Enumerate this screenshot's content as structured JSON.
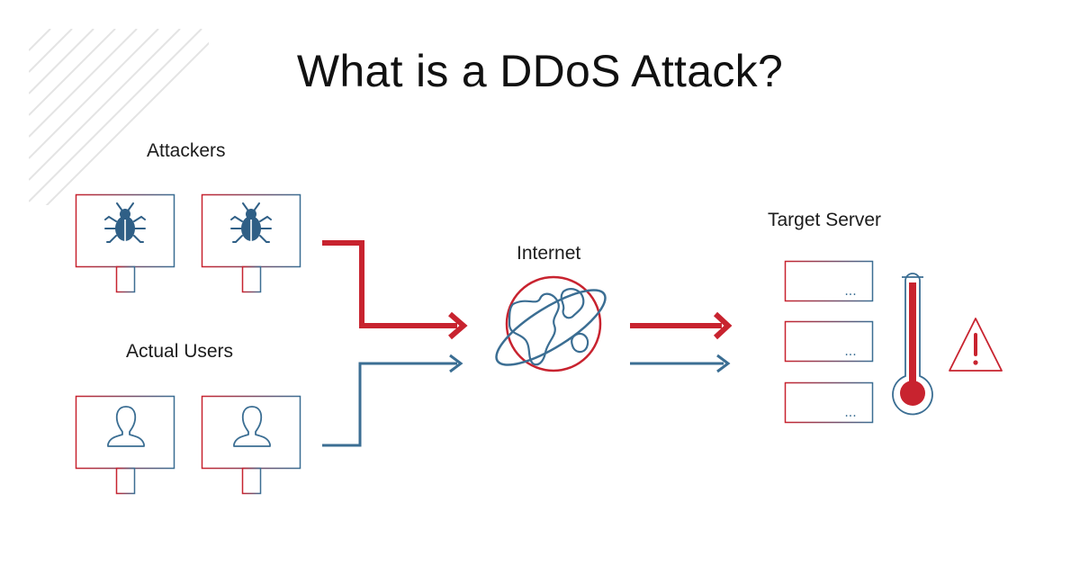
{
  "title": "What is a DDoS Attack?",
  "labels": {
    "attackers": "Attackers",
    "actual_users": "Actual Users",
    "internet": "Internet",
    "target_server": "Target Server"
  },
  "icons": {
    "attacker_screen": "bug-icon",
    "user_screen": "user-icon",
    "network": "globe-icon",
    "load": "thermometer-icon",
    "status": "warning-icon",
    "server": "server-rack-icon"
  },
  "colors": {
    "attack": "#c8232f",
    "user": "#3b6e93",
    "bug": "#2f5f86",
    "text": "#111111",
    "stripes": "#e4e4e4"
  },
  "server_units": [
    {
      "indicator": "..."
    },
    {
      "indicator": "..."
    },
    {
      "indicator": "..."
    }
  ]
}
